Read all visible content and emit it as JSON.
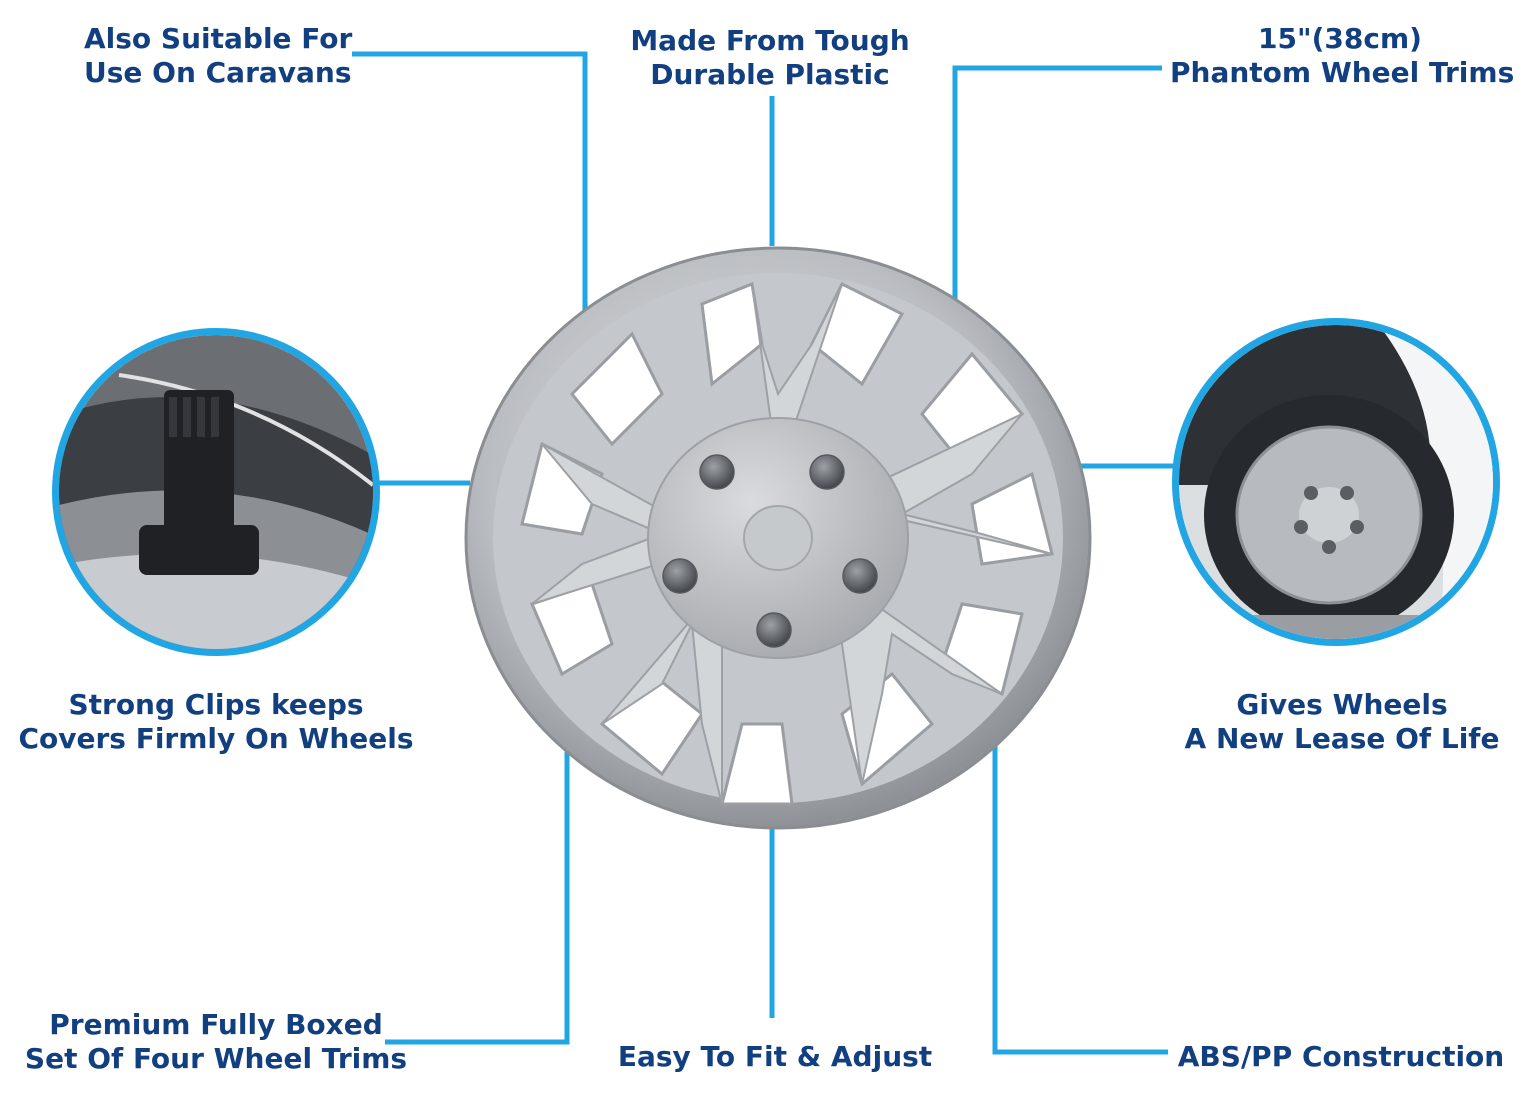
{
  "features": {
    "caravans": [
      "Also Suitable For",
      "Use On Caravans"
    ],
    "plastic": [
      "Made From Tough",
      "Durable Plastic"
    ],
    "size": [
      "15\"(38cm)",
      "Phantom Wheel Trims"
    ],
    "clips": [
      "Strong Clips keeps",
      "Covers Firmly On Wheels"
    ],
    "lease": [
      "Gives Wheels",
      "A New Lease Of Life"
    ],
    "boxed": [
      "Premium Fully Boxed",
      "Set Of Four Wheel Trims"
    ],
    "fit": [
      "Easy To Fit & Adjust"
    ],
    "abs": [
      "ABS/PP Construction"
    ]
  },
  "colors": {
    "text": "#123f80",
    "line": "#21a6e3"
  },
  "images": {
    "main": "silver-wheel-trim",
    "left": "clip-closeup",
    "right": "car-wheel-with-trim"
  }
}
